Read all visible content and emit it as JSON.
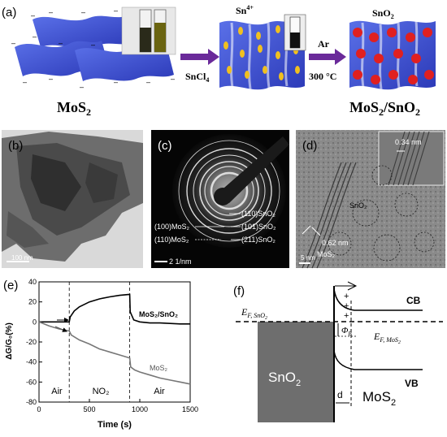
{
  "panel_a": {
    "label": "(a)",
    "left_caption_base": "MoS",
    "left_caption_sub": "2",
    "reagent": "SnCl",
    "reagent_sub": "4",
    "ion": "Sn",
    "ion_sup": "4+",
    "condition_gas": "Ar",
    "condition_temp": "300 °C",
    "product_label": "SnO",
    "product_label_sub": "2",
    "right_caption_base": "MoS",
    "right_caption_sub": "2",
    "right_caption_slash": "/SnO",
    "right_caption_sub2": "2"
  },
  "panel_b": {
    "label": "(b)",
    "scale": "100 nm"
  },
  "panel_c": {
    "label": "(c)",
    "scale": "2 1/nm",
    "rings_left": [
      "(100)MoS₂",
      "(110)MoS₂"
    ],
    "rings_right": [
      "(110)SnO₂",
      "(101)SnO₂",
      "(211)SnO₂"
    ]
  },
  "panel_d": {
    "label": "(d)",
    "spacing_1": "0.34 nm",
    "spacing_2": "0.62 nm",
    "phase_1": "SnO₂",
    "phase_2": "MoS₂",
    "scale": "5 nm"
  },
  "panel_e": {
    "label": "(e)",
    "regions": [
      "Air",
      "NO₂",
      "Air"
    ],
    "series_labels": [
      "MoS₂/SnO₂",
      "MoS₂"
    ],
    "chart_data": {
      "type": "line",
      "xlabel": "Time (s)",
      "ylabel": "ΔG/G₀(%)",
      "xlim": [
        0,
        1500
      ],
      "ylim": [
        -80,
        40
      ],
      "xticks": [
        0,
        500,
        1000,
        1500
      ],
      "yticks": [
        40,
        20,
        0,
        -20,
        -40,
        -60,
        -80
      ],
      "event_lines_x": [
        300,
        900
      ],
      "series": [
        {
          "name": "MoS₂/SnO₂",
          "color": "#000000",
          "x": [
            0,
            100,
            200,
            300,
            310,
            350,
            400,
            500,
            600,
            700,
            800,
            900,
            905,
            940,
            1000,
            1100,
            1200,
            1300,
            1400,
            1500
          ],
          "y": [
            0,
            0,
            0,
            0,
            5,
            11,
            15,
            20,
            23,
            25,
            26.5,
            27.5,
            10,
            2,
            0,
            -1,
            -1,
            -1.5,
            -2,
            -2
          ]
        },
        {
          "name": "MoS₂",
          "color": "#777777",
          "x": [
            0,
            100,
            200,
            300,
            320,
            400,
            500,
            600,
            700,
            800,
            900,
            910,
            950,
            1000,
            1100,
            1200,
            1300,
            1400,
            1500
          ],
          "y": [
            0,
            -4,
            -7,
            -9,
            -13,
            -18,
            -22,
            -27,
            -30,
            -33,
            -36,
            -45,
            -48,
            -50,
            -53,
            -56,
            -58,
            -60,
            -62
          ]
        }
      ]
    }
  },
  "panel_f": {
    "label": "(f)",
    "cb": "CB",
    "vb": "VB",
    "ef_sno2": "E",
    "ef_sno2_sub": "F, SnO",
    "ef_sno2_sub2": "2",
    "ef_mos2": "E",
    "ef_mos2_sub": "F, MoS",
    "ef_mos2_sub2": "2",
    "phi": "Φ",
    "phi_sub": "B",
    "sno2": "SnO",
    "sno2_sub": "2",
    "mos2": "MoS",
    "mos2_sub": "2",
    "depletion": "d",
    "charges": [
      "+",
      "+",
      "+"
    ]
  },
  "colors": {
    "sheet_blue": "#3a4fd0",
    "tin_yellow": "#f0c020",
    "sno2_red": "#e02020",
    "arrow_purple": "#6a2a9a",
    "sno2_block": "#6e6e6e"
  }
}
